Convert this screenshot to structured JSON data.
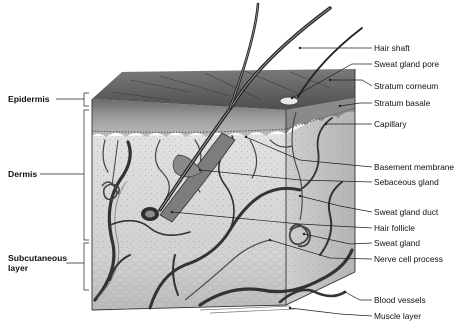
{
  "left_labels": [
    {
      "id": "epidermis",
      "text": "Epidermis"
    },
    {
      "id": "dermis",
      "text": "Dermis"
    },
    {
      "id": "subcutaneous",
      "lines": [
        "Subcutaneous",
        "layer"
      ]
    }
  ],
  "right_labels": [
    {
      "id": "hair-shaft",
      "text": "Hair shaft"
    },
    {
      "id": "sweat-gland-pore",
      "text": "Sweat gland pore"
    },
    {
      "id": "stratum-corneum",
      "text": "Stratum corneum"
    },
    {
      "id": "stratum-basale",
      "text": "Stratum basale"
    },
    {
      "id": "capillary",
      "text": "Capillary"
    },
    {
      "id": "basement-membrane",
      "text": "Basement membrane"
    },
    {
      "id": "sebaceous-gland",
      "text": "Sebaceous gland"
    },
    {
      "id": "sweat-gland-duct",
      "text": "Sweat gland duct"
    },
    {
      "id": "hair-follicle",
      "text": "Hair follicle"
    },
    {
      "id": "sweat-gland",
      "text": "Sweat gland"
    },
    {
      "id": "nerve-cell-process",
      "text": "Nerve cell process"
    },
    {
      "id": "blood-vessels",
      "text": "Blood vessels"
    },
    {
      "id": "muscle-layer",
      "text": "Muscle layer"
    }
  ]
}
